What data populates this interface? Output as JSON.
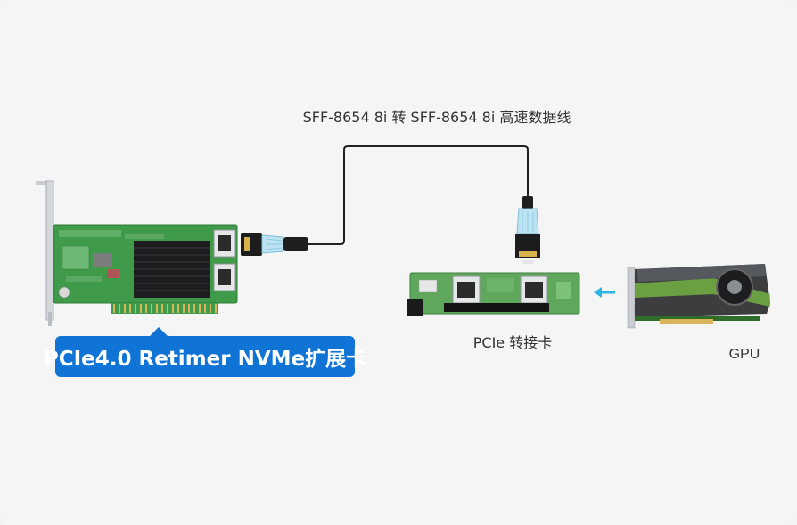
{
  "cable": {
    "label": "SFF-8654 8i 转 SFF-8654 8i 高速数据线"
  },
  "retimer_card": {
    "label": "PCIe4.0 Retimer NVMe扩展卡"
  },
  "adapter_card": {
    "label": "PCIe 转接卡"
  },
  "gpu": {
    "label": "GPU"
  },
  "colors": {
    "badge": "#0f74d6",
    "arrow": "#29b6e6",
    "pcb_green": "#3f9b4a",
    "cable_line": "#222222",
    "gpu_accent": "#7ac143"
  }
}
